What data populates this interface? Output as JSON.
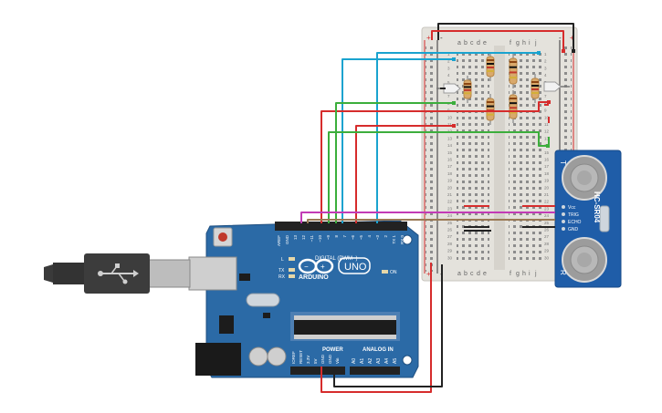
{
  "colors": {
    "board": "#2b6aa6",
    "board_dark": "#1f4f80",
    "breadboard": "#e8e6e1",
    "wire_red": "#d62c2c",
    "wire_black": "#222222",
    "wire_blue": "#1aa3cf",
    "wire_green": "#3cae3c",
    "wire_magenta": "#c23bb6",
    "wire_brown": "#9a7a55",
    "sensor": "#1f5da8"
  },
  "arduino": {
    "brand": "ARDUINO",
    "model": "UNO",
    "logo_icon": "arduino-infinity-icon",
    "digital_label": "DIGITAL (PWM~)",
    "power_label": "POWER",
    "analog_label": "ANALOG IN",
    "on_label": "ON",
    "l_label": "L",
    "tx_label": "TX",
    "rx_label": "RX",
    "top_pins": [
      "AREF",
      "GND",
      "13",
      "12",
      "~11",
      "~10",
      "~9",
      "8",
      "7",
      "~6",
      "~5",
      "4",
      "~3",
      "2",
      "TX 1",
      "RX 0"
    ],
    "power_pins": [
      "IOREF",
      "RESET",
      "3.3V",
      "5V",
      "GND",
      "GND",
      "Vin"
    ],
    "analog_pins": [
      "A0",
      "A1",
      "A2",
      "A3",
      "A4",
      "A5"
    ]
  },
  "breadboard": {
    "columns_left": [
      "a",
      "b",
      "c",
      "d",
      "e"
    ],
    "columns_right": [
      "f",
      "g",
      "h",
      "i",
      "j"
    ],
    "rows": [
      "1",
      "2",
      "3",
      "4",
      "5",
      "6",
      "7",
      "8",
      "9",
      "10",
      "11",
      "12",
      "13",
      "14",
      "15",
      "16",
      "17",
      "18",
      "19",
      "20",
      "21",
      "22",
      "23",
      "24",
      "25",
      "26",
      "27",
      "28",
      "29",
      "30"
    ],
    "plus": "+",
    "minus": "-"
  },
  "sensor": {
    "model": "HC-SR04",
    "pins": [
      "Vcc",
      "TRIG",
      "ECHO",
      "GND"
    ],
    "t_label": "T",
    "r_label": "R"
  },
  "usb_cable": {
    "icon": "usb-icon"
  }
}
